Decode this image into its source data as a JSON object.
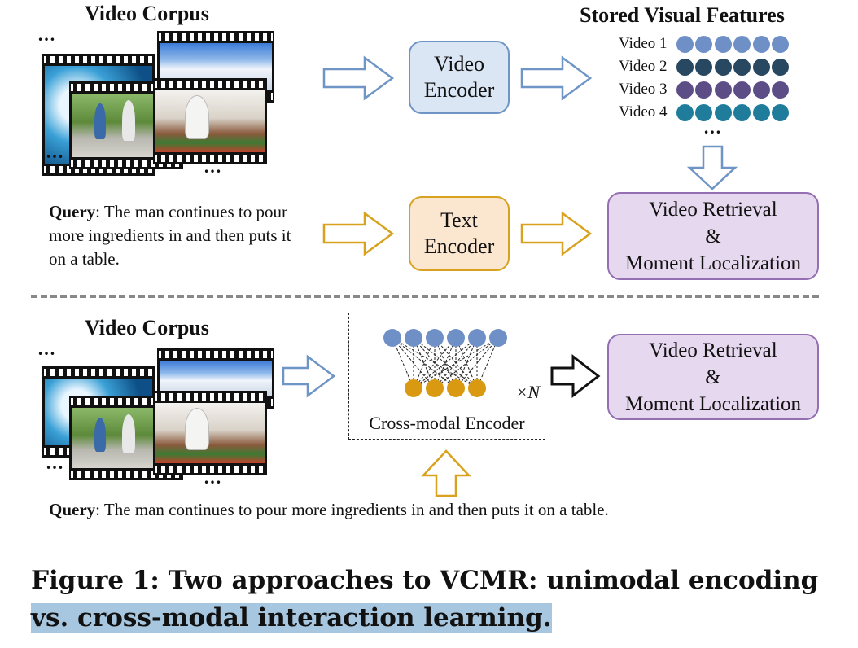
{
  "top": {
    "corpus_title": "Video Corpus",
    "video_encoder": "Video\nEncoder",
    "text_encoder": "Text\nEncoder",
    "stored_title": "Stored Visual Features",
    "features": [
      {
        "label": "Video 1",
        "color": "#6f90c7"
      },
      {
        "label": "Video 2",
        "color": "#284760"
      },
      {
        "label": "Video 3",
        "color": "#5d4d86"
      },
      {
        "label": "Video 4",
        "color": "#1f7c9b"
      }
    ],
    "ellipsis": "…",
    "retrieval_box": "Video Retrieval\n&\nMoment Localization",
    "query_label": "Query",
    "query_text": ": The man continues to pour more ingredients in and then puts it on a table."
  },
  "bottom": {
    "corpus_title": "Video Corpus",
    "cross_modal_label": "Cross-modal Encoder",
    "times_n": "×N",
    "retrieval_box": "Video Retrieval\n&\nMoment Localization",
    "query_label": "Query",
    "query_text": ": The man continues to pour more ingredients in and then puts it on a table."
  },
  "colors": {
    "video_arrow": "#6f95c6",
    "text_arrow": "#d9a21e",
    "black_arrow": "#111111",
    "node_blue": "#6f90c7",
    "node_gold": "#d99a12"
  },
  "caption": {
    "part1": "Figure 1: Two approaches to VCMR: unimodal encoding",
    "part2": " vs. cross-modal interaction learning."
  }
}
